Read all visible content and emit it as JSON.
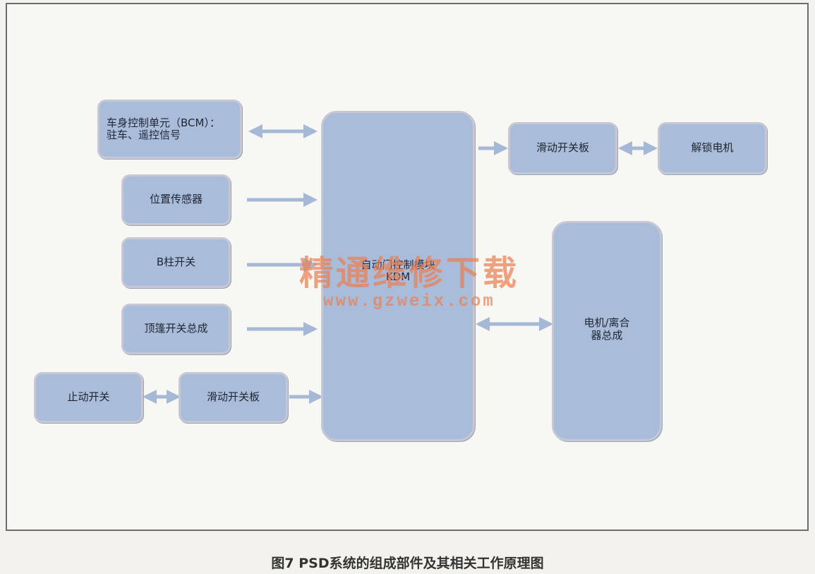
{
  "diagram": {
    "nodes": {
      "bcm": "车身控制单元（BCM）：\n驻车、遥控信号",
      "position_sensor": "位置传感器",
      "b_pillar_switch": "B柱开关",
      "roof_switch_assembly": "顶篷开关总成",
      "stop_switch": "止动开关",
      "slide_switch_board_bottom": "滑动开关板",
      "center_control_module": "自动门控制模块\nKDM",
      "slide_switch_board_top": "滑动开关板",
      "unlock_motor": "解锁电机",
      "motor_clutch_assembly": "电机/离合\n器总成"
    }
  },
  "watermark": {
    "line1": "精通维修下载",
    "line2": "www.gzweix.com"
  },
  "caption": "图7 PSD系统的组成部件及其相关工作原理图"
}
